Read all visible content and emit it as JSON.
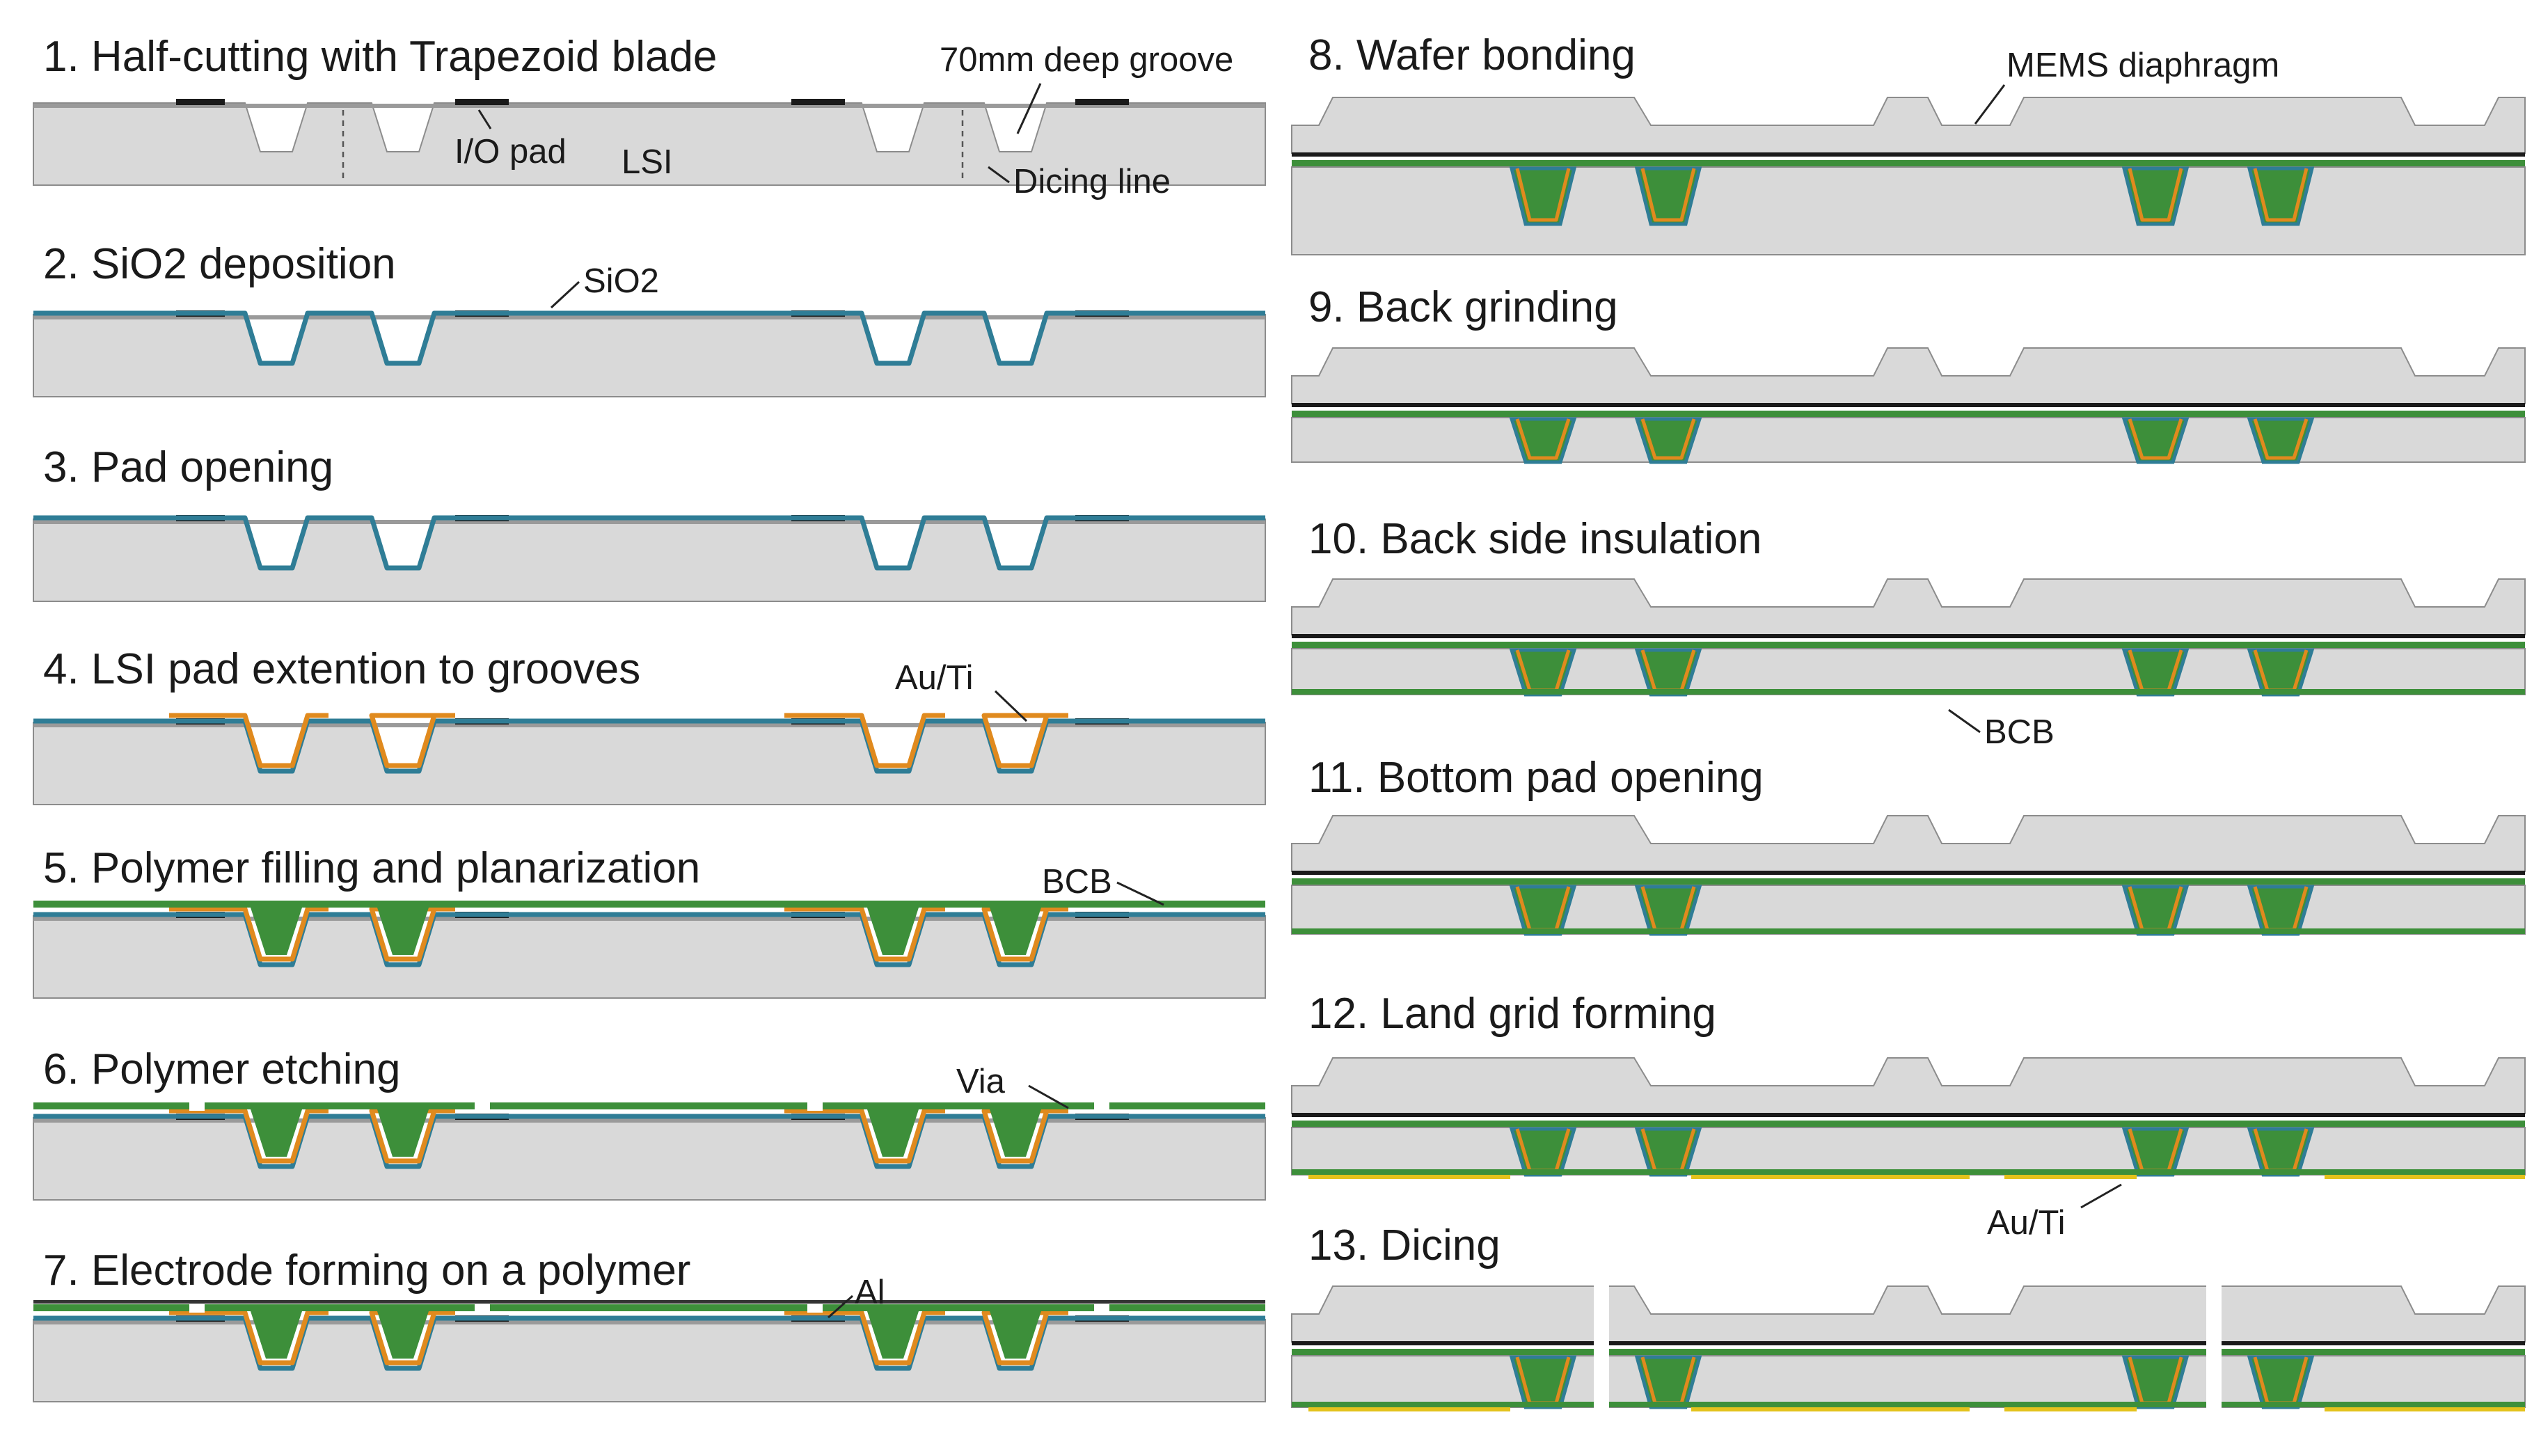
{
  "colors": {
    "lsi": "#d9d9d9",
    "sio2": "#2f7d96",
    "au_ti": "#e08a1e",
    "bcb": "#3d8f3a",
    "pad": "#1a1a1a",
    "bottom_au": "#e3c21c",
    "al": "#333333"
  },
  "steps": [
    {
      "label": "1. Half-cutting  with Trapezoid blade"
    },
    {
      "label": "2. SiO2 deposition"
    },
    {
      "label": "3. Pad opening"
    },
    {
      "label": "4. LSI pad extention to grooves"
    },
    {
      "label": "5. Polymer filling and planarization"
    },
    {
      "label": "6. Polymer etching"
    },
    {
      "label": "7. Electrode forming on a polymer"
    },
    {
      "label": "8. Wafer bonding"
    },
    {
      "label": "9. Back grinding"
    },
    {
      "label": "10. Back side insulation"
    },
    {
      "label": "11. Bottom pad opening"
    },
    {
      "label": "12. Land grid forming"
    },
    {
      "label": "13. Dicing"
    }
  ],
  "annotations": {
    "groove": "70mm deep groove",
    "io_pad": "I/O pad",
    "lsi": "LSI",
    "dicing_line": "Dicing line",
    "sio2": "SiO2",
    "au_ti_top": "Au/Ti",
    "bcb_top": "BCB",
    "via": "Via",
    "al": "Al",
    "mems": "MEMS diaphragm",
    "bcb_bottom": "BCB",
    "au_ti_bottom": "Au/Ti"
  }
}
